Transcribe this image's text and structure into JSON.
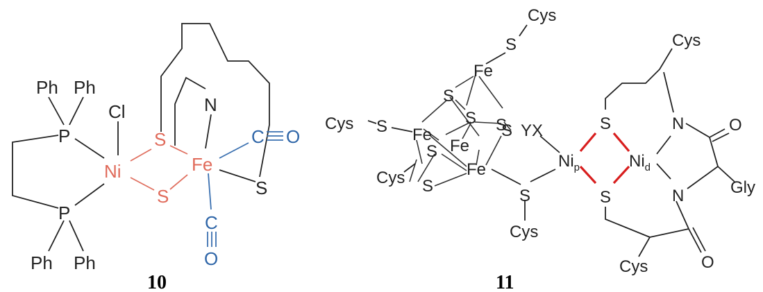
{
  "colors": {
    "black": "#222222",
    "red": "#e06a5a",
    "blue": "#2f66a8",
    "bond_red": "#d81e1e"
  },
  "structure_10": {
    "label": "10",
    "atoms": {
      "ph1": "Ph",
      "ph2": "Ph",
      "ph3": "Ph",
      "ph4": "Ph",
      "p_top": "P",
      "p_bottom": "P",
      "cl": "Cl",
      "ni": "Ni",
      "s_upper": "S",
      "s_lower": "S",
      "fe": "Fe",
      "n": "N",
      "s_right": "S",
      "c_upper": "C",
      "o_upper": "O",
      "c_lower": "C",
      "o_lower": "O"
    }
  },
  "structure_11": {
    "label": "11",
    "atoms": {
      "cys_top": "Cys",
      "s_top": "S",
      "fe_top": "Fe",
      "fe_left": "Fe",
      "fe_mid": "Fe",
      "fe_bottom": "Fe",
      "s_c1": "S",
      "s_c2": "S",
      "s_c3": "S",
      "s_c4": "S",
      "s_c5": "S",
      "s_c6": "S",
      "cys_left": "Cys",
      "s_left": "S",
      "cys_lower_left": "Cys",
      "s_bottom": "S",
      "cys_bottom": "Cys",
      "yx": "YX",
      "ni_p": "Ni",
      "ni_p_sub": "p",
      "ni_d": "Ni",
      "ni_d_sub": "d",
      "s_bridge_top": "S",
      "s_bridge_bottom": "S",
      "cys_upper_right": "Cys",
      "n_top": "N",
      "n_bottom": "N",
      "o_top": "O",
      "o_bottom": "O",
      "gly": "Gly",
      "cys_lower_right": "Cys"
    }
  }
}
